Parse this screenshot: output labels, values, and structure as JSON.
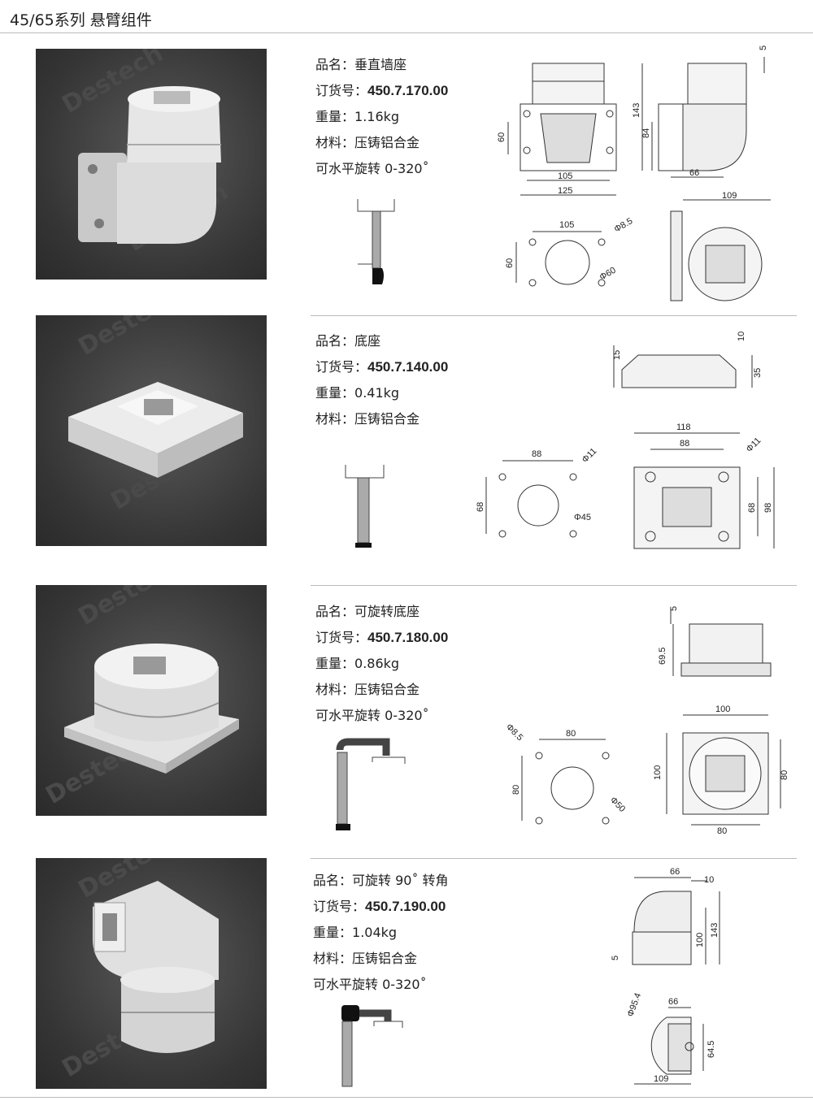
{
  "header": {
    "title": "45/65系列  悬臂组件"
  },
  "brand_watermark": "Destech",
  "labels": {
    "name": "品名：",
    "order": "订货号：",
    "weight": "重量：",
    "material": "材料："
  },
  "products": [
    {
      "name": "垂直墙座",
      "order_no": "450.7.170.00",
      "weight": "1.16kg",
      "material": "压铸铝合金",
      "rotation": "可水平旋转 0-320˚",
      "dims": {
        "front": [
          "5",
          "143",
          "84",
          "60",
          "66",
          "105",
          "125"
        ],
        "hole": [
          "105",
          "Φ8.5",
          "60",
          "Φ60"
        ],
        "top": [
          "109"
        ]
      }
    },
    {
      "name": "底座",
      "order_no": "450.7.140.00",
      "weight": "0.41kg",
      "material": "压铸铝合金",
      "rotation": "",
      "dims": {
        "front": [
          "15",
          "10",
          "35"
        ],
        "hole": [
          "88",
          "Φ11",
          "68",
          "Φ45"
        ],
        "top": [
          "118",
          "88",
          "Φ11",
          "68",
          "98"
        ]
      }
    },
    {
      "name": "可旋转底座",
      "order_no": "450.7.180.00",
      "weight": "0.86kg",
      "material": "压铸铝合金",
      "rotation": "可水平旋转 0-320˚",
      "dims": {
        "front": [
          "5",
          "69.5"
        ],
        "hole": [
          "Φ8.5",
          "80",
          "80",
          "Φ50"
        ],
        "top": [
          "100",
          "100",
          "80",
          "80"
        ]
      }
    },
    {
      "name": "可旋转 90˚ 转角",
      "order_no": "450.7.190.00",
      "weight": "1.04kg",
      "material": "压铸铝合金",
      "rotation": "可水平旋转 0-320˚",
      "dims": {
        "front": [
          "66",
          "10",
          "143",
          "100",
          "5"
        ],
        "top": [
          "Φ95.4",
          "66",
          "64.5",
          "109"
        ]
      }
    }
  ]
}
